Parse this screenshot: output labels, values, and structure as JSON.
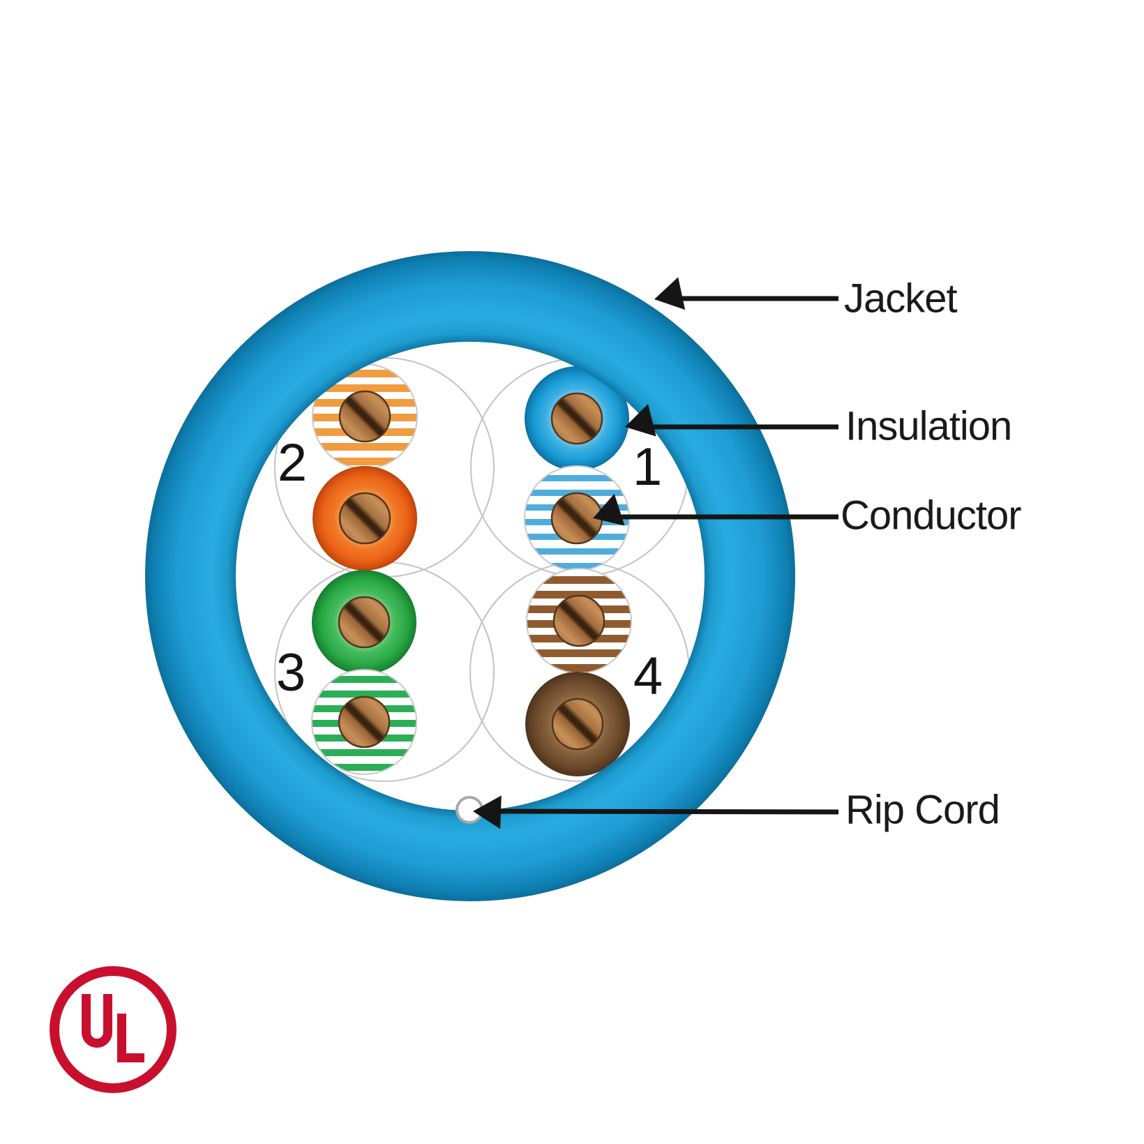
{
  "diagram": {
    "callouts": {
      "jacket": "Jacket",
      "insulation": "Insulation",
      "conductor": "Conductor",
      "rip_cord": "Rip Cord"
    },
    "pairs": [
      {
        "number": "1",
        "wires": [
          "solid-blue",
          "white-blue-stripe"
        ]
      },
      {
        "number": "2",
        "wires": [
          "white-orange-stripe",
          "solid-orange"
        ]
      },
      {
        "number": "3",
        "wires": [
          "solid-green",
          "white-green-stripe"
        ]
      },
      {
        "number": "4",
        "wires": [
          "white-brown-stripe",
          "solid-brown"
        ]
      }
    ],
    "colors": {
      "jacket_blue": "#29ABE2",
      "solid_orange": "#EC6418",
      "stripe_orange": "#F09C3F",
      "solid_blue": "#1B9CD6",
      "stripe_blue": "#4FACDD",
      "solid_green": "#2BAA47",
      "stripe_green": "#2BAE55",
      "solid_brown": "#6E4B2C",
      "stripe_brown": "#8F5B2E",
      "copper": "#C89058",
      "rip_cord_white": "#FDFDFD"
    }
  },
  "ul_logo": {
    "text": "UL",
    "color": "#C8102E"
  }
}
